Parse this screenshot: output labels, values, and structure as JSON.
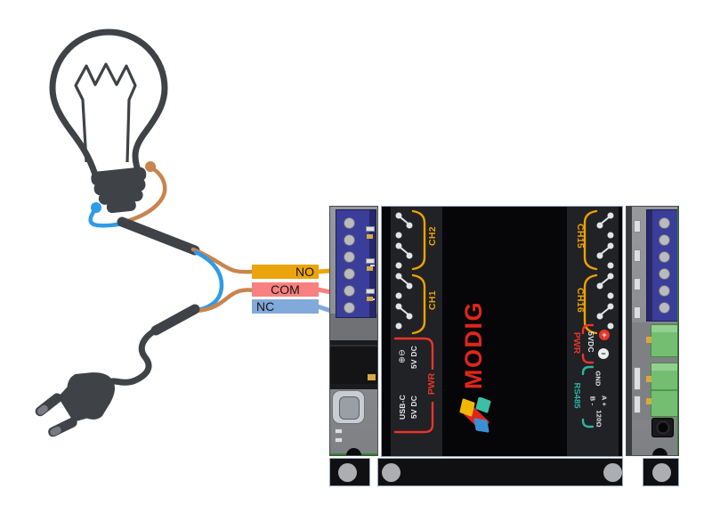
{
  "wiring": {
    "terminals": [
      {
        "label": "NO",
        "color": "#EBA40B"
      },
      {
        "label": "COM",
        "color": "#F98080"
      },
      {
        "label": "NC",
        "color": "#82A9DB"
      }
    ],
    "live_wire_color": "#C8854E",
    "neutral_wire_color": "#2E9BE8",
    "cable_color": "#3F4347"
  },
  "board": {
    "brand": "MODIG",
    "channels": {
      "left_top": "CH2",
      "left_bottom": "CH1",
      "right_top": "CH15",
      "right_bottom": "CH16"
    },
    "power_left": {
      "section": "PWR",
      "jack_polarity": "⊕⊖",
      "jack_voltage": "5V DC",
      "usb_label": "USB-C",
      "usb_voltage": "5V DC"
    },
    "power_right": {
      "section": "PWR",
      "voltage": "5VDC",
      "plus": "+",
      "minus": "−"
    },
    "rs485": {
      "section": "RS485",
      "gnd": "GND",
      "b": "B -",
      "a": "A +",
      "termination": "120Ω"
    }
  },
  "colors": {
    "channel_orange": "#EFA200",
    "pwr_red": "#E8342C",
    "rs485_teal": "#2FB3A0",
    "brand_red": "#E0251B",
    "terminal_blue": "#3A3D99",
    "connector_green": "#74BE72"
  },
  "icons": [
    "light-bulb-icon",
    "power-plug-icon",
    "relay-symbol-icon",
    "polarity-icon",
    "plus-terminal-icon",
    "minus-terminal-icon",
    "logo-mark-icon",
    "screw-icon",
    "mounting-hole-icon",
    "usb-c-port-icon",
    "barrel-jack-icon",
    "reset-button-icon"
  ]
}
